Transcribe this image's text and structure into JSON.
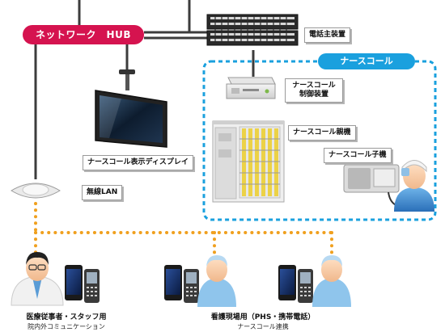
{
  "hub": {
    "label": "ネットワーク　HUB"
  },
  "phone_switch": {
    "label": "電話主装置"
  },
  "nurse_call": {
    "badge": "ナースコール"
  },
  "controller": {
    "line1": "ナースコール",
    "line2": "制御装置"
  },
  "master": {
    "label": "ナースコール親機"
  },
  "handset": {
    "label": "ナースコール子機"
  },
  "display": {
    "label": "ナースコール表示ディスプレイ"
  },
  "wlan": {
    "label": "無線LAN"
  },
  "staff": {
    "title": "医療従事者・スタッフ用",
    "sub": "院内外コミュニケーション"
  },
  "nursing": {
    "title": "看護現場用（PHS・携帯電話）",
    "sub": "ナースコール連携"
  },
  "colors": {
    "hub": "#d5134f",
    "nurse_call": "#1aa0de",
    "wireless_dots": "#f0a01e"
  }
}
